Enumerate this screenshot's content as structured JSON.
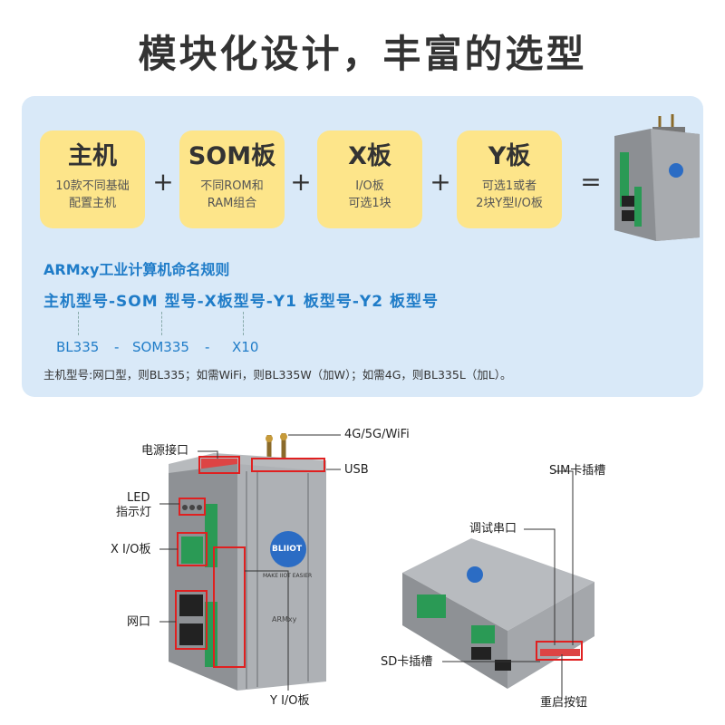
{
  "title": "模块化设计，丰富的选型",
  "cards": [
    {
      "title": "主机",
      "line1": "10款不同基础",
      "line2": "配置主机"
    },
    {
      "title": "SOM板",
      "line1": "不同ROM和",
      "line2": "RAM组合"
    },
    {
      "title": "X板",
      "line1": "I/O板",
      "line2": "可选1块"
    },
    {
      "title": "Y板",
      "line1": "可选1或者",
      "line2": "2块Y型I/O板"
    }
  ],
  "operators": {
    "plus": "+",
    "equals": "="
  },
  "naming": {
    "title": "ARMxy工业计算机命名规则",
    "pattern": "主机型号-SOM 型号-X板型号-Y1 板型号-Y2 板型号",
    "example": {
      "host": "BL335",
      "sep1": "-",
      "som": "SOM335",
      "sep2": "-",
      "x": "X10"
    },
    "note": "主机型号:网口型，则BL335；如需WiFi，则BL335W（加W）；如需4G，则BL335L（加L）。"
  },
  "device_labels": {
    "antenna": "4G/5G/WiFi",
    "power": "电源接口",
    "usb": "USB",
    "led_line1": "LED",
    "led_line2": "指示灯",
    "x_io": "X I/O板",
    "lan": "网口",
    "y_io": "Y I/O板",
    "sim": "SIM卡插槽",
    "debug": "调试串口",
    "sd": "SD卡插槽",
    "reset": "重启按钮"
  },
  "device_text": {
    "brand": "BLIIOT",
    "tagline": "MAKE IIOT EASIER",
    "model": "ARMxy"
  },
  "colors": {
    "accent": "#1f7cc8",
    "card": "#fde58a",
    "panel": "#d9e9f8",
    "callout": "#e02020"
  }
}
